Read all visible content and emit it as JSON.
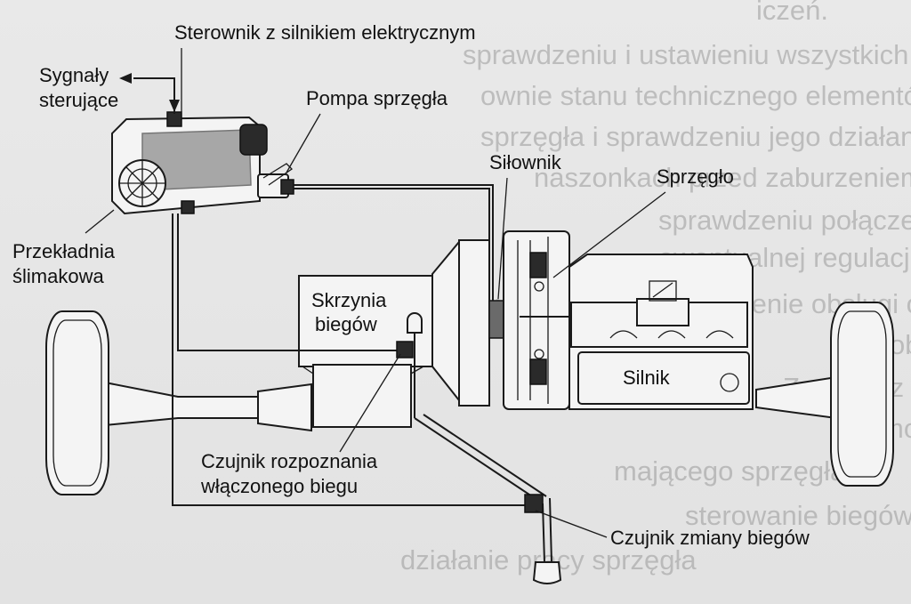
{
  "background_text": [
    "iczeń.",
    "sprawdzeniu i ustawieniu wszystkich układów",
    "ownie stanu technicznego elementów, o nap",
    "sprzęgła i sprawdzeniu jego działania, naprawion",
    "naszonkach przed zaburzeniem",
    "sprawdzeniu połączeń elektrycznych, przeglądzie",
    "ewentualnej regulacji",
    "Prawidłowe przeprowadzenie obsługi okresowej",
    "obsługowe wskazane przez producenta",
    "Zgodnie z zaleceniami",
    "możliwości jego sterowania mechanizmem",
    "mającego sprzęgła",
    "sterowanie biegów",
    "działanie pracy sprzęgła"
  ],
  "labels": {
    "controller": "Sterownik z silnikiem elektrycznym",
    "signals_line1": "Sygnały",
    "signals_line2": "sterujące",
    "clutch_pump": "Pompa sprzęgła",
    "actuator": "Siłownik",
    "clutch": "Sprzęgło",
    "worm_gear_line1": "Przekładnia",
    "worm_gear_line2": "ślimakowa",
    "gearbox_line1": "Skrzynia",
    "gearbox_line2": "biegów",
    "engine": "Silnik",
    "gear_recognition_line1": "Czujnik rozpoznania",
    "gear_recognition_line2": "włączonego biegu",
    "gear_change_sensor": "Czujnik zmiany biegów"
  },
  "colors": {
    "ink": "#1a1a1a",
    "background": "#e6e6e6",
    "component_fill": "#f4f4f4"
  }
}
